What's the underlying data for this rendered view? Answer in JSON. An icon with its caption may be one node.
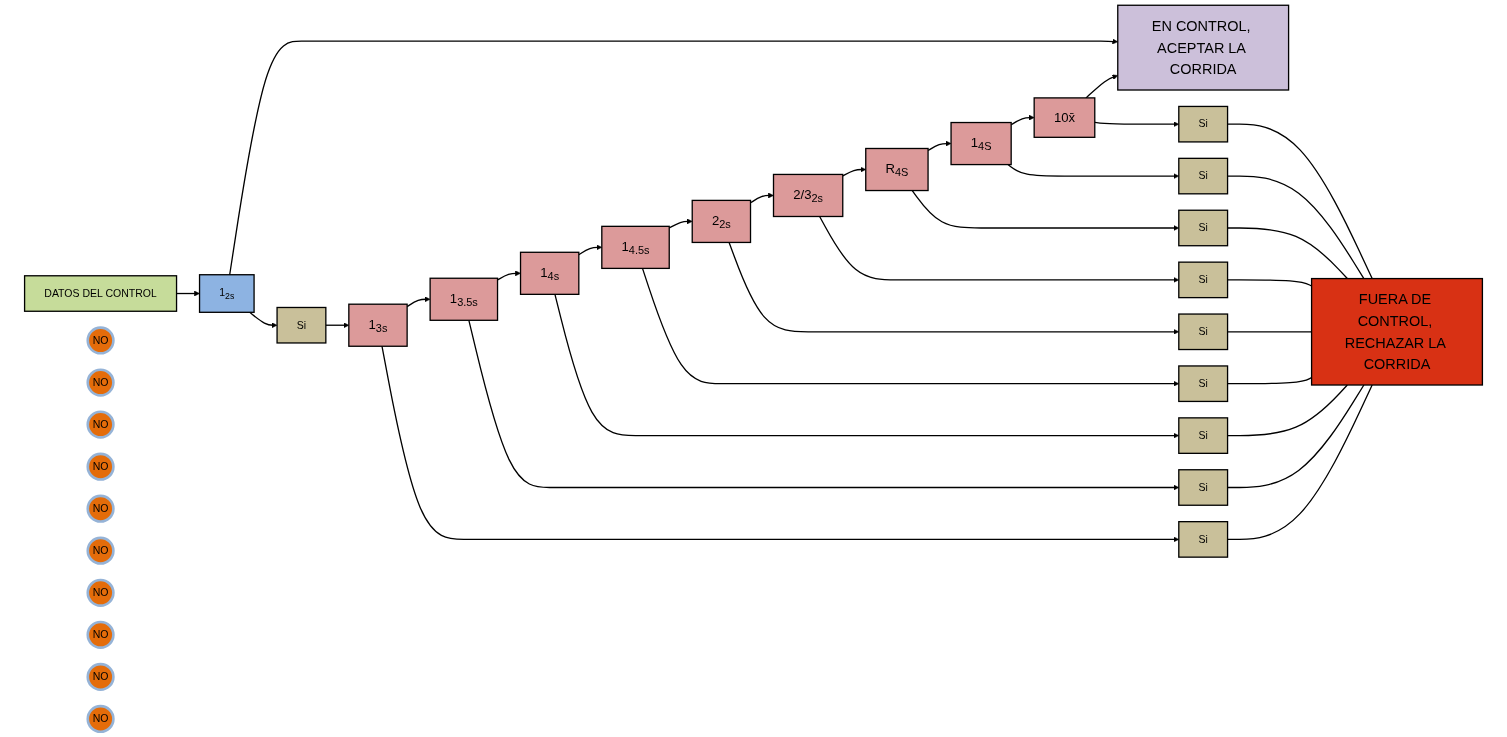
{
  "diagram": {
    "nodes": [
      {
        "text": [
          "DATOS DEL CONTROL"
        ]
      },
      {
        "text": [
          "NO"
        ]
      },
      {
        "text": [
          "1$_{2s}$"
        ]
      },
      {
        "text": [
          "EN CONTROL, ACEPTAR LA CORRIDA"
        ]
      },
      {
        "text": [
          "NO"
        ]
      },
      {
        "text": [
          "Si"
        ]
      },
      {
        "text": [
          "NO"
        ]
      },
      {
        "text": [
          "NO"
        ]
      },
      {
        "text": [
          "NO"
        ]
      },
      {
        "text": [
          "NO"
        ]
      },
      {
        "text": [
          "NO"
        ]
      },
      {
        "text": [
          "NO"
        ]
      },
      {
        "text": [
          "NO"
        ]
      },
      {
        "text": [
          "NO"
        ]
      },
      {
        "text": [
          "1$_{3s}$"
        ]
      },
      {
        "text": [
          "1$_{3.5s}$"
        ]
      },
      {
        "text": [
          "1$_{4s}$"
        ]
      },
      {
        "text": [
          "1$_{4.5s}$"
        ]
      },
      {
        "text": [
          "2$_{2s}$"
        ]
      },
      {
        "text": [
          "2/3$_{2s}$"
        ]
      },
      {
        "text": [
          "R$_{4S}$"
        ]
      },
      {
        "text": [
          "1$_{4S}$"
        ]
      },
      {
        "text": [
          "10x̄"
        ]
      },
      {
        "text": [
          "Si"
        ]
      },
      {
        "text": [
          "Si"
        ]
      },
      {
        "text": [
          "Si"
        ]
      },
      {
        "text": [
          "Si"
        ]
      },
      {
        "text": [
          "Si"
        ]
      },
      {
        "text": [
          "Si"
        ]
      },
      {
        "text": [
          "Si"
        ]
      },
      {
        "text": [
          "Si"
        ]
      },
      {
        "text": [
          "Si"
        ]
      },
      {
        "text": [
          "FUERA DE CONTROL, RECHAZAR LA CORRIDA"
        ]
      }
    ],
    "edges": [
      {
        "from": 0,
        "to": 2,
        "arrow": "to"
      },
      {
        "from": 2,
        "to": 3,
        "arrow": "to"
      },
      {
        "from": 2,
        "to": 5,
        "arrow": "to"
      },
      {
        "from": 5,
        "to": 14,
        "arrow": "to"
      },
      {
        "from": 14,
        "to": 15,
        "arrow": "to"
      },
      {
        "from": 15,
        "to": 16,
        "arrow": "to"
      },
      {
        "from": 16,
        "to": 17,
        "arrow": "to"
      },
      {
        "from": 17,
        "to": 18,
        "arrow": "to"
      },
      {
        "from": 18,
        "to": 19,
        "arrow": "to"
      },
      {
        "from": 19,
        "to": 20,
        "arrow": "to"
      },
      {
        "from": 20,
        "to": 21,
        "arrow": "to"
      },
      {
        "from": 21,
        "to": 22,
        "arrow": "to"
      },
      {
        "from": 22,
        "to": 3,
        "arrow": "to"
      },
      {
        "from": 14,
        "to": 23,
        "arrow": "to"
      },
      {
        "from": 15,
        "to": 24,
        "arrow": "to"
      },
      {
        "from": 16,
        "to": 25,
        "arrow": "to"
      },
      {
        "from": 17,
        "to": 26,
        "arrow": "to"
      },
      {
        "from": 18,
        "to": 27,
        "arrow": "to"
      },
      {
        "from": 19,
        "to": 28,
        "arrow": "to"
      },
      {
        "from": 20,
        "to": 29,
        "arrow": "to"
      },
      {
        "from": 21,
        "to": 30,
        "arrow": "to"
      },
      {
        "from": 22,
        "to": 31,
        "arrow": "to"
      },
      {
        "from": 23,
        "to": 32,
        "arrow": "none"
      },
      {
        "from": 24,
        "to": 32,
        "arrow": "none"
      },
      {
        "from": 25,
        "to": 32,
        "arrow": "none"
      },
      {
        "from": 26,
        "to": 32,
        "arrow": "none"
      },
      {
        "from": 27,
        "to": 32,
        "arrow": "none"
      },
      {
        "from": 28,
        "to": 32,
        "arrow": "none"
      },
      {
        "from": 29,
        "to": 32,
        "arrow": "none"
      },
      {
        "from": 30,
        "to": 32,
        "arrow": "none"
      },
      {
        "from": 31,
        "to": 32,
        "arrow": "none"
      }
    ]
  }
}
